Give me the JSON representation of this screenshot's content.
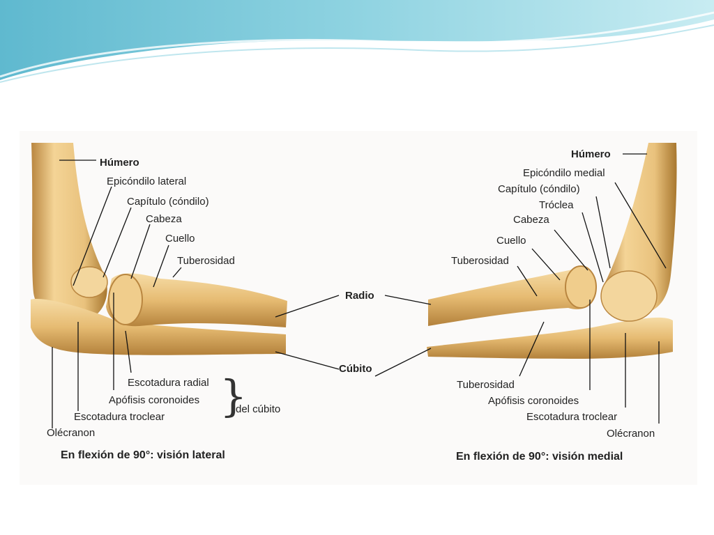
{
  "left_view": {
    "caption": "En flexión de 90°: visión lateral",
    "labels": {
      "humero": "Húmero",
      "epicondilo": "Epicóndilo lateral",
      "capitulo": "Capítulo (cóndilo)",
      "cabeza": "Cabeza",
      "cuello": "Cuello",
      "tuberosidad": "Tuberosidad",
      "escotadura_radial": "Escotadura radial",
      "apofisis": "Apófisis coronoides",
      "escotadura_troclear": "Escotadura troclear",
      "olecranon": "Olécranon",
      "del_cubito": "del cúbito"
    }
  },
  "center": {
    "radio": "Radio",
    "cubito": "Cúbito"
  },
  "right_view": {
    "caption": "En flexión de 90°: visión medial",
    "labels": {
      "humero": "Húmero",
      "epicondilo": "Epicóndilo medial",
      "capitulo": "Capítulo (cóndilo)",
      "troclea": "Tróclea",
      "cabeza": "Cabeza",
      "cuello": "Cuello",
      "tuberosidad_top": "Tuberosidad",
      "tuberosidad_bottom": "Tuberosidad",
      "apofisis": "Apófisis coronoides",
      "escotadura_troclear": "Escotadura troclear",
      "olecranon": "Olécranon"
    }
  },
  "colors": {
    "bone": "#e9c27d",
    "bone_shadow": "#b98640",
    "bone_light": "#fae3b0",
    "wave": "#7ec8d8"
  }
}
